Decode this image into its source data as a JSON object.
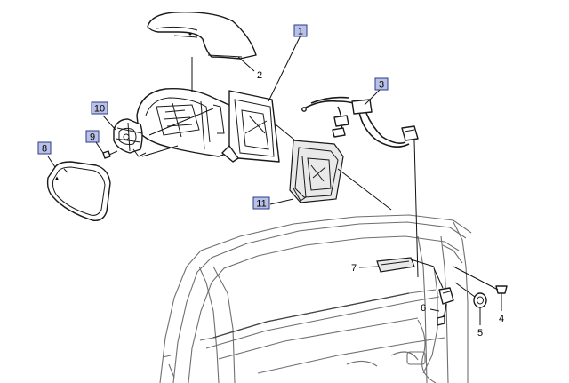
{
  "callouts": [
    {
      "id": "c1",
      "label": "1",
      "boxed": true
    },
    {
      "id": "c2",
      "label": "2",
      "boxed": false
    },
    {
      "id": "c3",
      "label": "3",
      "boxed": true
    },
    {
      "id": "c4",
      "label": "4",
      "boxed": false
    },
    {
      "id": "c5",
      "label": "5",
      "boxed": false
    },
    {
      "id": "c6",
      "label": "6",
      "boxed": false
    },
    {
      "id": "c7",
      "label": "7",
      "boxed": false
    },
    {
      "id": "c8",
      "label": "8",
      "boxed": true
    },
    {
      "id": "c9",
      "label": "9",
      "boxed": true
    },
    {
      "id": "c10",
      "label": "10",
      "boxed": true
    },
    {
      "id": "c11",
      "label": "11",
      "boxed": true
    }
  ]
}
